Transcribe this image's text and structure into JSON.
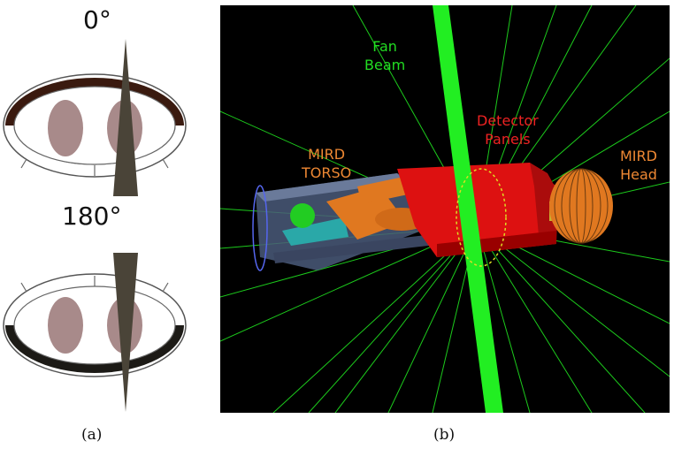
{
  "panel_a": {
    "angle_top": "0°",
    "angle_bottom": "180°",
    "caption": "(a)"
  },
  "panel_b": {
    "caption": "(b)",
    "labels": {
      "fan_beam": [
        "Fan",
        "Beam"
      ],
      "detector_panels": [
        "Detector",
        "Panels"
      ],
      "mird_torso": [
        "MIRD",
        "TORSO"
      ],
      "mird_head": [
        "MIRD",
        "Head"
      ]
    }
  },
  "colors": {
    "shell_dark_top": "#3a1a0f",
    "shell_dark_bottom": "#1c1a16",
    "organ": "#a88a8a",
    "beam_wedge": "#4a4438",
    "beam_green": "#22ee22",
    "detector_red": "#dd1111",
    "torso_orange": "#e07820",
    "label_green": "#22dd22",
    "label_red": "#ee2222",
    "label_orange": "#ee8833"
  }
}
